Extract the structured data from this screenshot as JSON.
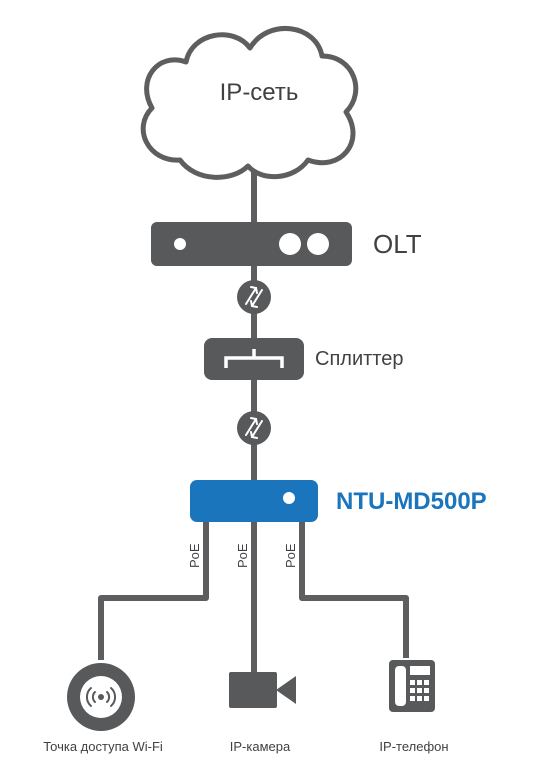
{
  "diagram": {
    "network_label": "IP-сеть",
    "olt_label": "OLT",
    "splitter_label": "Сплиттер",
    "ont_label": "NTU-MD500P",
    "poe_label": "PoE",
    "devices": {
      "wifi": "Точка доступа Wi-Fi",
      "camera": "IP-камера",
      "phone": "IP-телефон"
    }
  },
  "colors": {
    "line": "#58595b",
    "device_gray": "#58595b",
    "ont_blue": "#1b75bc",
    "ont_label": "#1b75bc",
    "text": "#414042"
  },
  "icons": {
    "network": "cloud-icon",
    "olt": "olt-device-icon",
    "connector": "fiber-connector-icon",
    "splitter": "splitter-icon",
    "ont": "ont-device-icon",
    "wifi": "wifi-access-point-icon",
    "camera": "video-camera-icon",
    "phone": "desk-phone-icon"
  }
}
